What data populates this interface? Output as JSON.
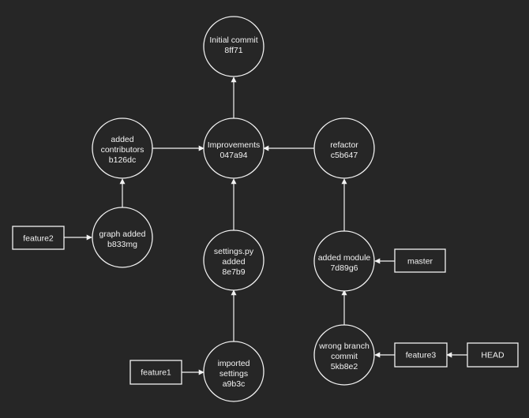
{
  "commits": {
    "initial": {
      "lines": [
        "Initial commit",
        "8ff71"
      ]
    },
    "improvements": {
      "lines": [
        "Improvements",
        "047a94"
      ]
    },
    "contributors": {
      "lines": [
        "added",
        "contributors",
        "b126dc"
      ]
    },
    "refactor": {
      "lines": [
        "refactor",
        "c5b647"
      ]
    },
    "graph": {
      "lines": [
        "graph added",
        "b833mg"
      ]
    },
    "settings": {
      "lines": [
        "settings.py",
        "added",
        "8e7b9"
      ]
    },
    "module": {
      "lines": [
        "added module",
        "7d89g6"
      ]
    },
    "imported": {
      "lines": [
        "imported",
        "settings",
        "a9b3c"
      ]
    },
    "wrong": {
      "lines": [
        "wrong branch",
        "commit",
        "5kb8e2"
      ]
    }
  },
  "refs": {
    "feature2": "feature2",
    "feature1": "feature1",
    "master": "master",
    "feature3": "feature3",
    "head": "HEAD"
  },
  "colors": {
    "background": "#262626",
    "stroke": "#f2f2f2",
    "text": "#f2f2f2"
  }
}
